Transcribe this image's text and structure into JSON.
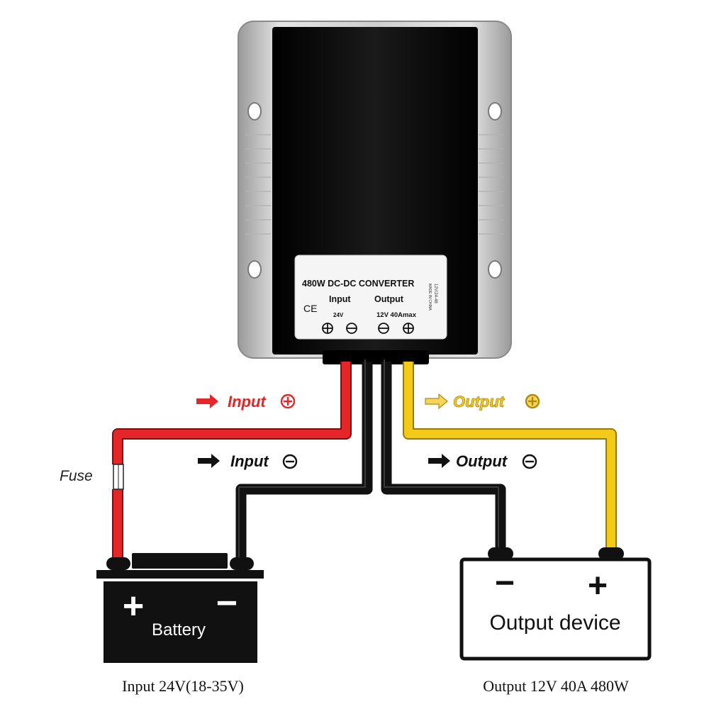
{
  "converter": {
    "model": "480W DC-DC CONVERTER",
    "input_label": "Input",
    "output_label": "Output",
    "ce_mark": "CE",
    "input_voltage": "24V",
    "output_rating": "12V 40Amax",
    "side_code": "12V/24-48",
    "side_origin": "MADE IN CHINA"
  },
  "wires": {
    "input_positive": "Input",
    "input_negative": "Input",
    "output_positive": "Output",
    "output_negative": "Output",
    "fuse": "Fuse"
  },
  "battery": {
    "label": "Battery",
    "positive_symbol": "+",
    "negative_symbol": "−",
    "caption": "Input 24V(18-35V)"
  },
  "output_device": {
    "label": "Output device",
    "positive_symbol": "+",
    "negative_symbol": "−",
    "caption": "Output 12V 40A 480W"
  },
  "colors": {
    "positive_input_wire": "#e52629",
    "positive_output_wire": "#f3c91a",
    "negative_wire": "#111111",
    "converter_flange": "#c8c8c8",
    "converter_body": "#0c0c0c",
    "output_label_accent": "#e6b019"
  }
}
